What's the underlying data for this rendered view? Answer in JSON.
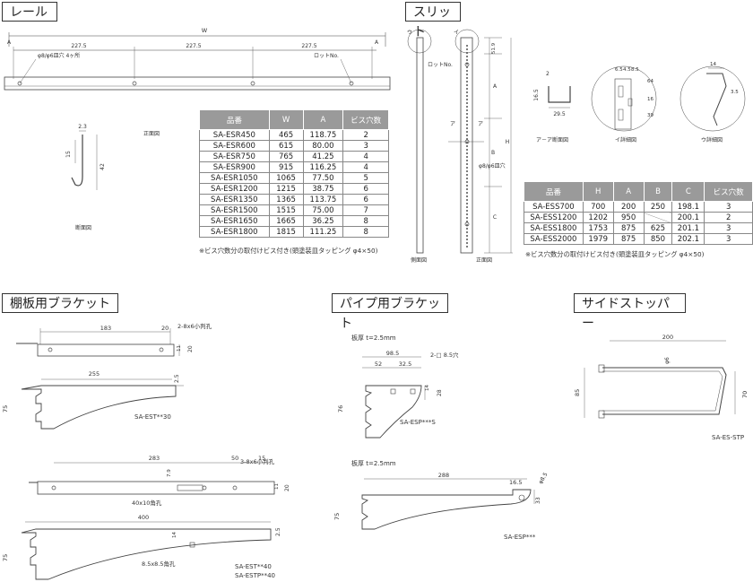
{
  "sections": {
    "rail": "レール",
    "slit": "スリット",
    "shelf_bracket": "棚板用ブラケット",
    "pipe_bracket": "パイプ用ブラケット",
    "side_stopper": "サイドストッパー"
  },
  "rail": {
    "dims": {
      "W": "W",
      "A": "A",
      "seg": "227.5",
      "hole": "φ8/φ6皿穴 4ヶ所",
      "lot": "ロットNo.",
      "d23": "2.3",
      "d15": "15",
      "d42": "42"
    },
    "views": {
      "front": "正面図",
      "section": "断面図"
    },
    "table": {
      "headers": [
        "品番",
        "W",
        "A",
        "ビス穴数"
      ],
      "rows": [
        [
          "SA-ESR450",
          "465",
          "118.75",
          "2"
        ],
        [
          "SA-ESR600",
          "615",
          "80.00",
          "3"
        ],
        [
          "SA-ESR750",
          "765",
          "41.25",
          "4"
        ],
        [
          "SA-ESR900",
          "915",
          "116.25",
          "4"
        ],
        [
          "SA-ESR1050",
          "1065",
          "77.50",
          "5"
        ],
        [
          "SA-ESR1200",
          "1215",
          "38.75",
          "6"
        ],
        [
          "SA-ESR1350",
          "1365",
          "113.75",
          "6"
        ],
        [
          "SA-ESR1500",
          "1515",
          "75.00",
          "7"
        ],
        [
          "SA-ESR1650",
          "1665",
          "36.25",
          "8"
        ],
        [
          "SA-ESR1800",
          "1815",
          "111.25",
          "8"
        ]
      ]
    },
    "note": "※ビス穴数分の取付けビス付き(頭塗装皿タッピング φ4×50)"
  },
  "slit": {
    "dims": {
      "u": "ウ",
      "i": "イ",
      "a": "ア",
      "lot": "ロットNo.",
      "d519": "51.9",
      "A": "A",
      "B": "B",
      "C": "C",
      "H": "H",
      "hole": "φ8/φ6皿穴",
      "d2": "2",
      "d165": "16.5",
      "d295": "29.5",
      "d65": "6.5",
      "d45": "4.5",
      "d85": "8.5",
      "d64": "64",
      "d16": "16",
      "d39": "39",
      "d14": "14",
      "d35": "3.5"
    },
    "views": {
      "side": "側面図",
      "front": "正面図",
      "a_section": "ア－ア断面図",
      "i_detail": "イ詳細図",
      "u_detail": "ウ詳細図"
    },
    "table": {
      "headers": [
        "品番",
        "H",
        "A",
        "B",
        "C",
        "ビス穴数"
      ],
      "rows": [
        [
          "SA-ESS700",
          "700",
          "200",
          "250",
          "198.1",
          "3"
        ],
        [
          "SA-ESS1200",
          "1202",
          "950",
          "",
          "200.1",
          "2"
        ],
        [
          "SA-ESS1800",
          "1753",
          "875",
          "625",
          "201.1",
          "3"
        ],
        [
          "SA-ESS2000",
          "1979",
          "875",
          "850",
          "202.1",
          "3"
        ]
      ]
    },
    "note": "※ビス穴数分の取付けビス付き(頭塗装皿タッピング φ4×50)"
  },
  "shelf_bracket": {
    "b1": {
      "d183": "183",
      "d20": "20",
      "holes": "2-8x6小判孔",
      "d11": "11",
      "d20b": "20",
      "d255": "255",
      "d25": "2.5",
      "d75": "75",
      "model": "SA-EST**30"
    },
    "b2": {
      "d283": "283",
      "d50": "50",
      "d15": "15",
      "holes": "3-8x6小判孔",
      "d79": "7.9",
      "sq": "40x10角孔",
      "d11": "11",
      "d20": "20",
      "d400": "400",
      "d14": "14",
      "d25": "2.5",
      "d75": "75",
      "sq2": "8.5x8.5角孔",
      "model1": "SA-EST**40",
      "model2": "SA-ESTP**40"
    }
  },
  "pipe_bracket": {
    "b1": {
      "thick": "板厚 t=2.5mm",
      "d985": "98.5",
      "d52": "52",
      "d325": "32.5",
      "holes": "2-□ 8.5穴",
      "d14": "14",
      "d28": "28",
      "d76": "76",
      "model": "SA-ESP***S"
    },
    "b2": {
      "thick": "板厚 t=2.5mm",
      "d288": "288",
      "d165": "16.5",
      "dia": "φ8.5",
      "d33": "33",
      "d75": "75",
      "model": "SA-ESP***"
    }
  },
  "side_stopper": {
    "d200": "200",
    "d6": "φ6",
    "d85": "85",
    "d70": "70",
    "model": "SA-ES-STP"
  }
}
